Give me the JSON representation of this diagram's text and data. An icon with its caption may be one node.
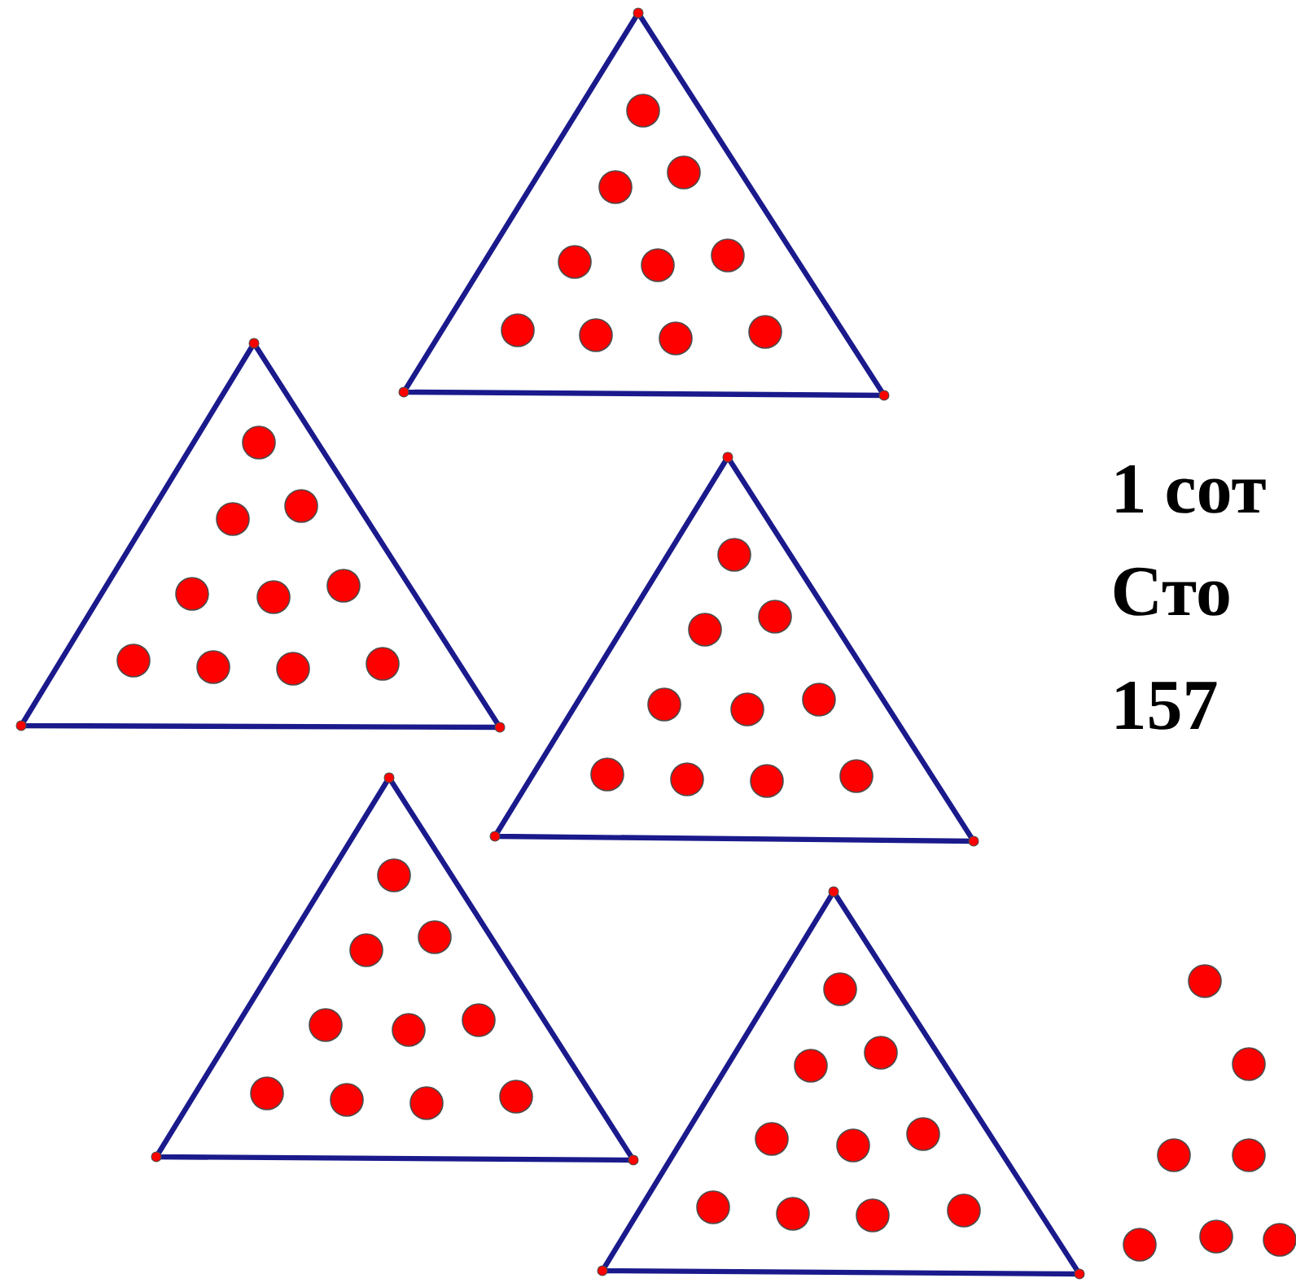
{
  "diagram": {
    "labels": [
      "1 сот",
      "Сто",
      "157"
    ]
  }
}
